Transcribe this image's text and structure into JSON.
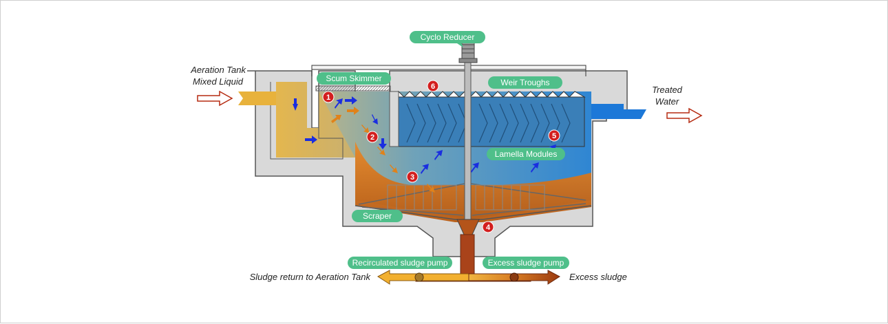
{
  "inflow": {
    "line1": "Aeration Tank",
    "line2": "Mixed Liquid"
  },
  "outflow": {
    "line1": "Treated",
    "line2": "Water"
  },
  "callouts": {
    "cyclo_reducer": "Cyclo Reducer",
    "scum_skimmer": "Scum Skimmer",
    "weir_troughs": "Weir Troughs",
    "lamella_modules": "Lamella Modules",
    "scraper": "Scraper",
    "recirculated_pump": "Recirculated sludge pump",
    "excess_pump": "Excess sludge pump"
  },
  "bottom": {
    "return_label": "Sludge return to Aeration Tank",
    "excess_label": "Excess sludge"
  },
  "markers": [
    "1",
    "2",
    "3",
    "4",
    "5",
    "6"
  ],
  "colors": {
    "concrete": "#d8d8d8",
    "water_blue": "#3d8fd6",
    "sludge_orange": "#d9741c",
    "callout_green": "#4fbf8a",
    "marker_red": "#d31f1f",
    "flow_blue": "#1a2ee0",
    "flow_orange": "#e0821a"
  }
}
